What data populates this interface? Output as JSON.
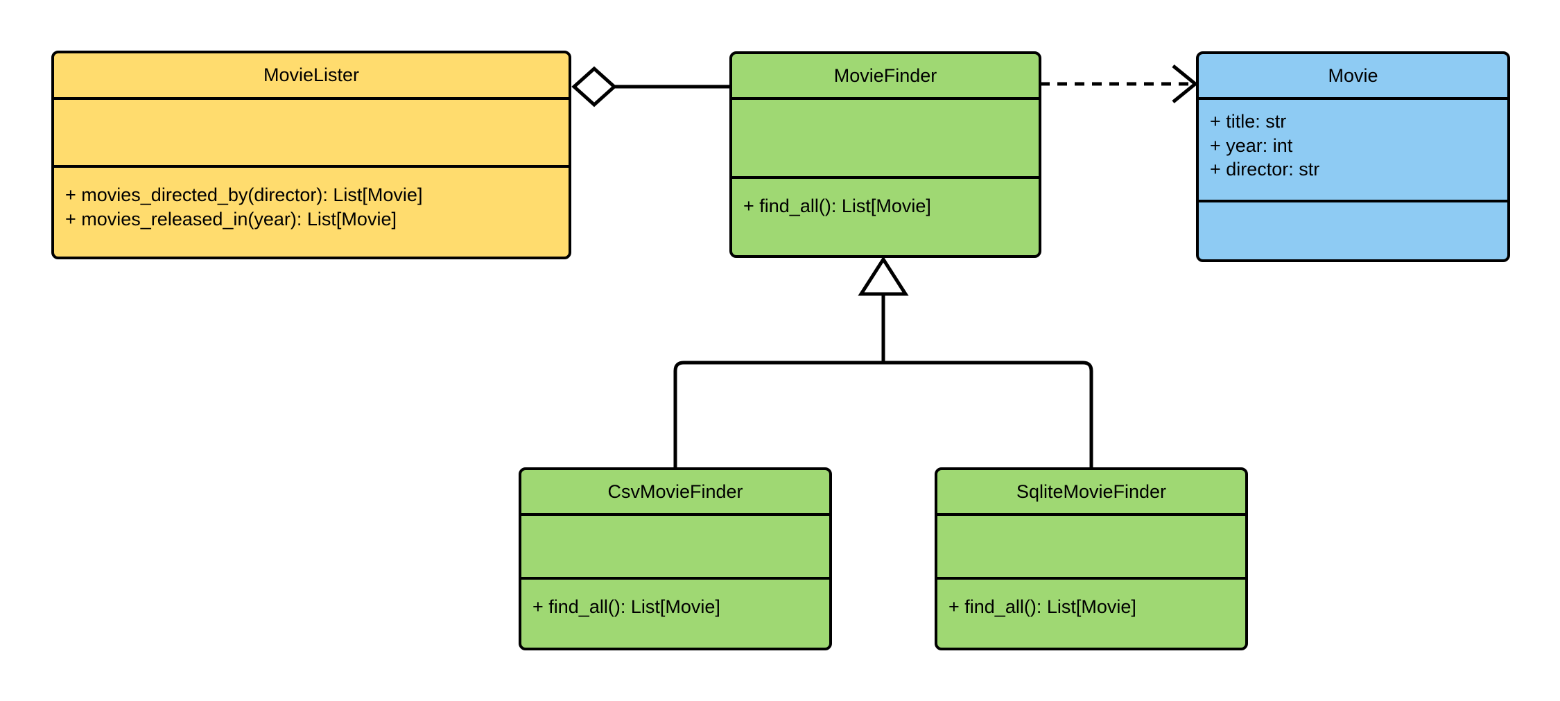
{
  "diagram": {
    "type": "uml-class-diagram",
    "background": "#ffffff",
    "line_color": "#000000",
    "colors": {
      "client_fill": "#FFDC6E",
      "interface_fill": "#9FD873",
      "entity_fill": "#8ECBF3",
      "stroke": "#000000"
    }
  },
  "classes": {
    "movie_lister": {
      "name": "MovieLister",
      "fill": "#FFDC6E",
      "attributes": [],
      "methods": [
        "+ movies_directed_by(director): List[Movie]",
        "+ movies_released_in(year): List[Movie]"
      ]
    },
    "movie_finder": {
      "name": "MovieFinder",
      "fill": "#9FD873",
      "attributes": [],
      "methods": [
        "+ find_all(): List[Movie]"
      ]
    },
    "movie": {
      "name": "Movie",
      "fill": "#8ECBF3",
      "attributes": [
        "+ title: str",
        "+ year: int",
        "+ director: str"
      ],
      "methods": []
    },
    "csv_movie_finder": {
      "name": "CsvMovieFinder",
      "fill": "#9FD873",
      "attributes": [],
      "methods": [
        "+ find_all(): List[Movie]"
      ]
    },
    "sqlite_movie_finder": {
      "name": "SqliteMovieFinder",
      "fill": "#9FD873",
      "attributes": [],
      "methods": [
        "+ find_all(): List[Movie]"
      ]
    }
  },
  "relationships": [
    {
      "id": "aggregation",
      "kind": "aggregation",
      "from": "MovieLister",
      "to": "MovieFinder",
      "style": "solid",
      "source_marker": "hollow-diamond",
      "target_marker": "none",
      "label": ""
    },
    {
      "id": "dependency",
      "kind": "dependency",
      "from": "MovieFinder",
      "to": "Movie",
      "style": "dashed",
      "source_marker": "none",
      "target_marker": "open-arrow",
      "label": ""
    },
    {
      "id": "inheritance-csv",
      "kind": "generalization",
      "from": "CsvMovieFinder",
      "to": "MovieFinder",
      "style": "solid",
      "source_marker": "none",
      "target_marker": "hollow-triangle",
      "label": ""
    },
    {
      "id": "inheritance-sqlite",
      "kind": "generalization",
      "from": "SqliteMovieFinder",
      "to": "MovieFinder",
      "style": "solid",
      "source_marker": "none",
      "target_marker": "hollow-triangle",
      "label": ""
    }
  ]
}
